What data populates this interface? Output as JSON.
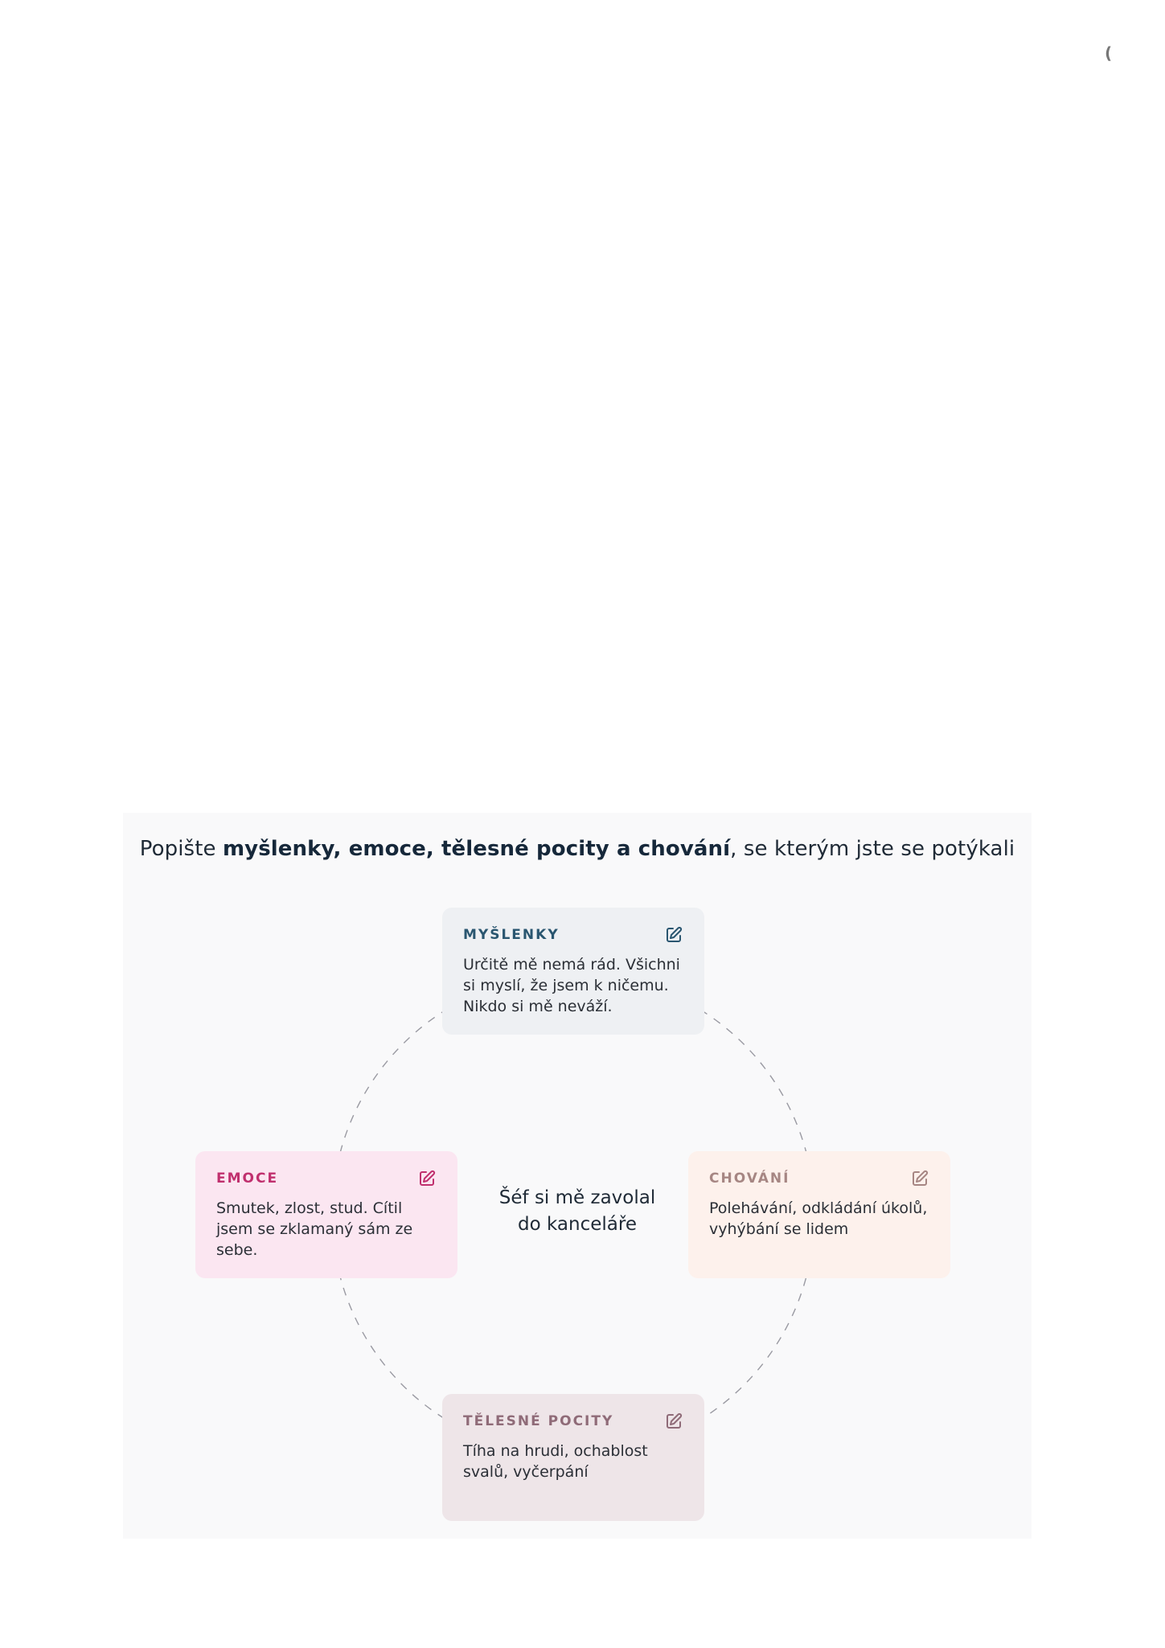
{
  "page": {
    "corner_mark": "("
  },
  "exercise": {
    "heading_prefix": "Popište ",
    "heading_bold": "myšlenky, emoce, tělesné pocity a chování",
    "heading_suffix": ", se kterým jste se potýkali",
    "center": {
      "line1": "Šéf si mě zavolal",
      "line2": "do kanceláře"
    },
    "cards": {
      "thoughts": {
        "title": "MYŠLENKY",
        "text": "Určitě mě nemá rád. Všichni si myslí, že jsem k ničemu. Nikdo si mě neváží.",
        "icon": "edit-icon"
      },
      "emotions": {
        "title": "EMOCE",
        "text": "Smutek, zlost, stud. Cítil jsem se zklamaný sám ze sebe.",
        "icon": "edit-icon"
      },
      "behaviour": {
        "title": "CHOVÁNÍ",
        "text": "Polehávání, odkládání úkolů, vyhýbání se lidem",
        "icon": "edit-icon"
      },
      "body": {
        "title": "TĚLESNÉ POCITY",
        "text": "Tíha na hrudi, ochablost svalů, vyčerpání",
        "icon": "edit-icon"
      }
    },
    "colors": {
      "thoughts_accent": "#2a5670",
      "emotions_accent": "#c0306e",
      "behaviour_accent": "#a68683",
      "body_accent": "#8f6b78"
    }
  }
}
